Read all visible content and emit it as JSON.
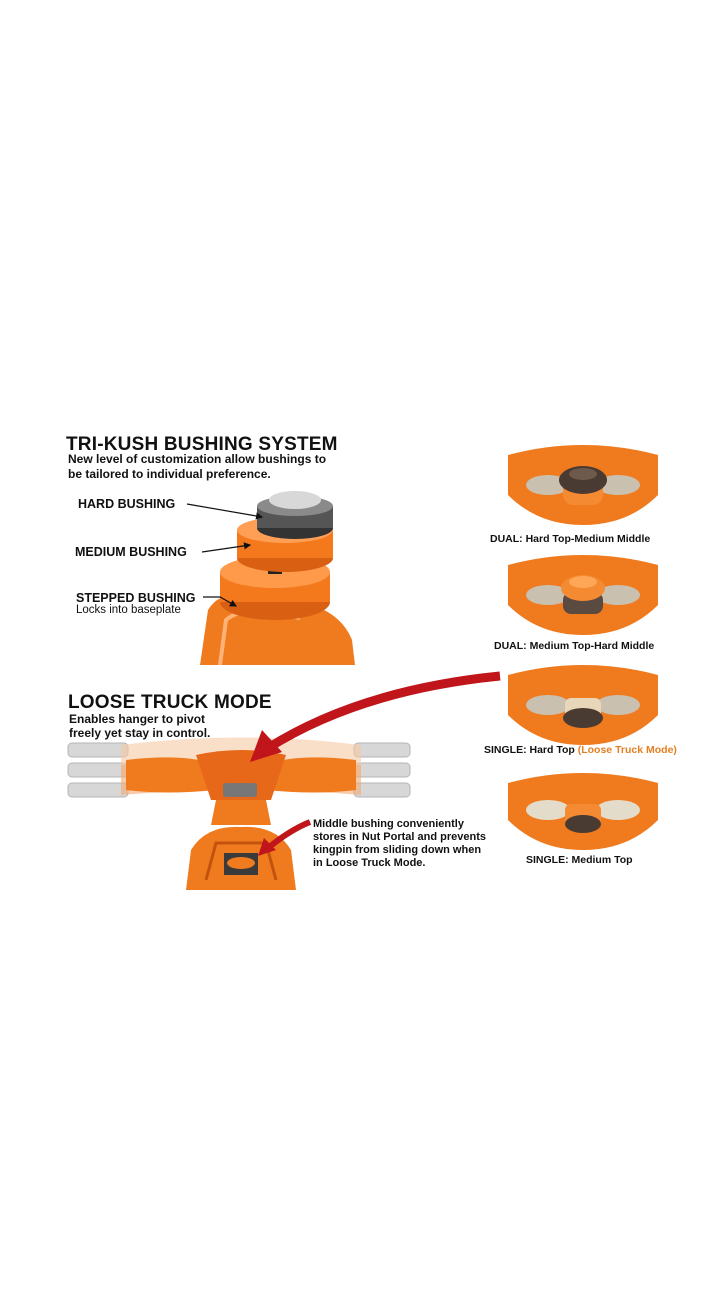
{
  "tri_kush": {
    "title": "TRI-KUSH BUSHING SYSTEM",
    "subtitle_line1": "New level of customization allow bushings to",
    "subtitle_line2": "be tailored to individual preference.",
    "hard_label": "HARD BUSHING",
    "medium_label": "MEDIUM BUSHING",
    "stepped_label": "STEPPED BUSHING",
    "stepped_note": "Locks into baseplate"
  },
  "loose": {
    "title": "LOOSE TRUCK MODE",
    "subtitle_line1": "Enables hanger to pivot",
    "subtitle_line2": "freely yet stay in control.",
    "note_line1": "Middle bushing conveniently",
    "note_line2": "stores in Nut Portal and prevents",
    "note_line3": "kingpin from sliding down when",
    "note_line4": "in Loose Truck Mode."
  },
  "configs": [
    {
      "caption": "DUAL: Hard Top-Medium Middle"
    },
    {
      "caption": "DUAL: Medium Top-Hard Middle"
    },
    {
      "caption": "SINGLE: Hard Top",
      "accent": "(Loose Truck Mode)"
    },
    {
      "caption": "SINGLE: Medium Top"
    }
  ],
  "colors": {
    "orange": "#f07a1e",
    "accent": "#e57f22",
    "red_arrow": "#c0161b",
    "dark_bushing": "#4a4a4a"
  }
}
